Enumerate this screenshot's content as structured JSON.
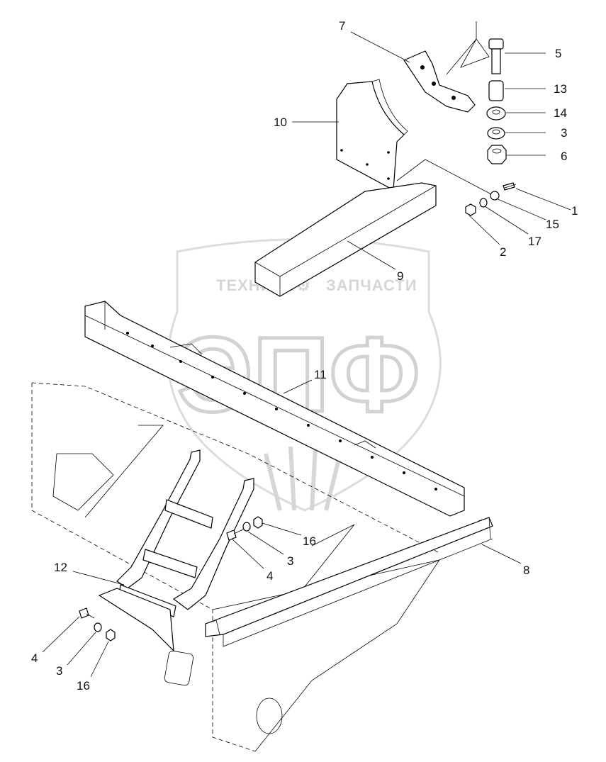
{
  "watermark": {
    "brand_left": "ТЕХНИКА",
    "brand_right": "ЗАПЧАСТИ",
    "logo_letters": "ЭПФ"
  },
  "callouts": [
    {
      "id": "c7",
      "text": "7"
    },
    {
      "id": "c5",
      "text": "5"
    },
    {
      "id": "c13",
      "text": "13"
    },
    {
      "id": "c14",
      "text": "14"
    },
    {
      "id": "c3a",
      "text": "3"
    },
    {
      "id": "c6",
      "text": "6"
    },
    {
      "id": "c10",
      "text": "10"
    },
    {
      "id": "c1",
      "text": "1"
    },
    {
      "id": "c15",
      "text": "15"
    },
    {
      "id": "c17",
      "text": "17"
    },
    {
      "id": "c2",
      "text": "2"
    },
    {
      "id": "c9",
      "text": "9"
    },
    {
      "id": "c11",
      "text": "11"
    },
    {
      "id": "c16a",
      "text": "16"
    },
    {
      "id": "c3b",
      "text": "3"
    },
    {
      "id": "c4a",
      "text": "4"
    },
    {
      "id": "c8",
      "text": "8"
    },
    {
      "id": "c12",
      "text": "12"
    },
    {
      "id": "c4b",
      "text": "4"
    },
    {
      "id": "c3c",
      "text": "3"
    },
    {
      "id": "c16b",
      "text": "16"
    }
  ]
}
